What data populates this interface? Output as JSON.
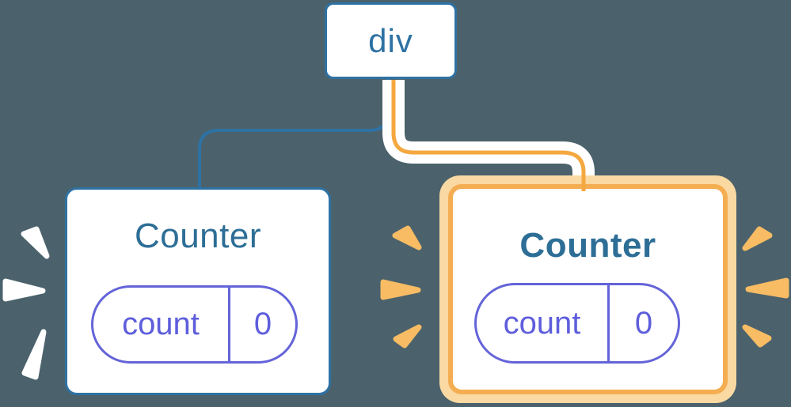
{
  "diagram": {
    "description": "React component tree re-render diagram",
    "root": {
      "label": "div"
    },
    "children": [
      {
        "label": "Counter",
        "highlighted": false,
        "state": {
          "name": "count",
          "value": "0"
        }
      },
      {
        "label": "Counter",
        "highlighted": true,
        "state": {
          "name": "count",
          "value": "0"
        }
      }
    ],
    "colors": {
      "background": "#4B626C",
      "node_border_blue": "#2E72A4",
      "title_blue": "#2D6E96",
      "state_purple": "#6464D9",
      "highlight_orange_line": "#F4A83F",
      "highlight_orange_border": "#F5AD52",
      "highlight_orange_ring": "#FAD9A3",
      "burst_orange": "#F7BC64",
      "burst_white": "#FFFFFF",
      "card_background": "#FFFFFF"
    }
  }
}
